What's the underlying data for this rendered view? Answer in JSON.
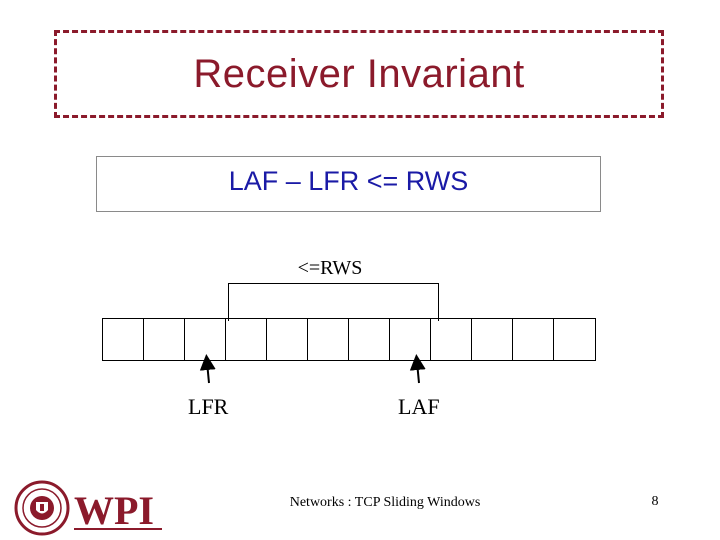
{
  "slide": {
    "title": "Receiver Invariant",
    "formula": "LAF – LFR <= RWS",
    "window_label": "<=RWS",
    "buffer_cells": 12,
    "pointers": {
      "lfr": "LFR",
      "laf": "LAF"
    },
    "footer": "Networks : TCP Sliding Windows",
    "page_number": "8",
    "logo_text": "WPI"
  },
  "colors": {
    "title": "#8b1a2b",
    "formula": "#1a1aa6",
    "logo": "#8b1a2b"
  }
}
